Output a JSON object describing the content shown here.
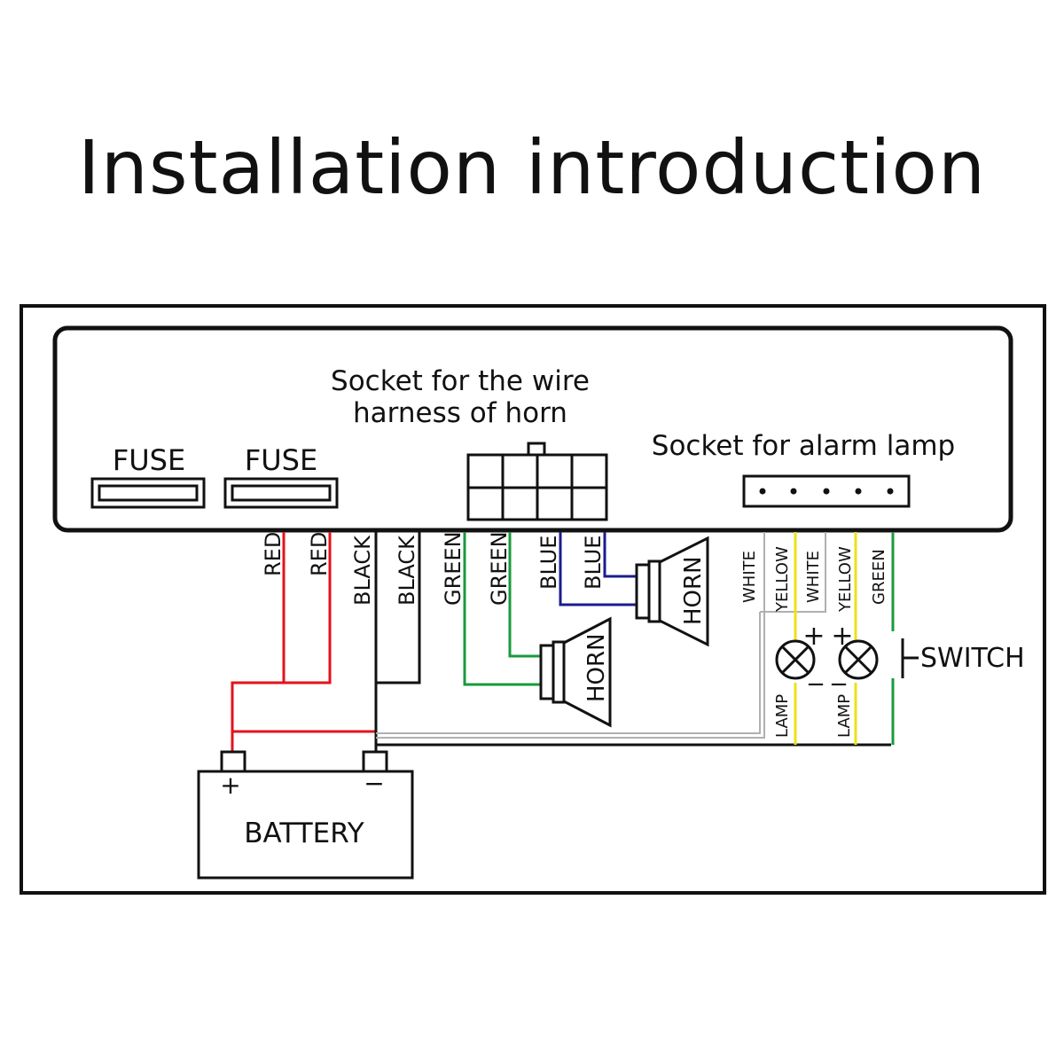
{
  "title": "Installation introduction",
  "labels": {
    "fuse_1": "FUSE",
    "fuse_2": "FUSE",
    "horn_socket_line1": "Socket for the wire",
    "horn_socket_line2": "harness of horn",
    "lamp_socket": "Socket for alarm lamp",
    "battery": "BATTERY",
    "battery_plus": "+",
    "battery_minus": "−",
    "horn_1": "HORN",
    "horn_2": "HORN",
    "switch": "SWITCH",
    "lamp_1": "LAMP",
    "lamp_2": "LAMP",
    "lamp1_plus": "+",
    "lamp1_minus": "−",
    "lamp2_plus": "+",
    "lamp2_minus": "−"
  },
  "wires": [
    {
      "id": "red-1",
      "label": "RED",
      "color": "#e3131b"
    },
    {
      "id": "red-2",
      "label": "RED",
      "color": "#e3131b"
    },
    {
      "id": "black-1",
      "label": "BLACK",
      "color": "#111111"
    },
    {
      "id": "black-2",
      "label": "BLACK",
      "color": "#111111"
    },
    {
      "id": "green-1",
      "label": "GREEN",
      "color": "#1a9a3c"
    },
    {
      "id": "green-2",
      "label": "GREEN",
      "color": "#1a9a3c"
    },
    {
      "id": "blue-1",
      "label": "BLUE",
      "color": "#1c1c8c"
    },
    {
      "id": "blue-2",
      "label": "BLUE",
      "color": "#1c1c8c"
    },
    {
      "id": "white-1",
      "label": "WHITE",
      "color": "#bbbbbb"
    },
    {
      "id": "yellow-1",
      "label": "YELLOW",
      "color": "#eee11a"
    },
    {
      "id": "white-2",
      "label": "WHITE",
      "color": "#bbbbbb"
    },
    {
      "id": "yellow-2",
      "label": "YELLOW",
      "color": "#eee11a"
    },
    {
      "id": "green-3",
      "label": "GREEN",
      "color": "#1a9a3c"
    }
  ],
  "colors": {
    "outline": "#111111",
    "red": "#e3131b",
    "black": "#111111",
    "green": "#1a9a3c",
    "blue": "#1c1c8c",
    "white": "#bbbbbb",
    "yellow": "#eee11a"
  }
}
